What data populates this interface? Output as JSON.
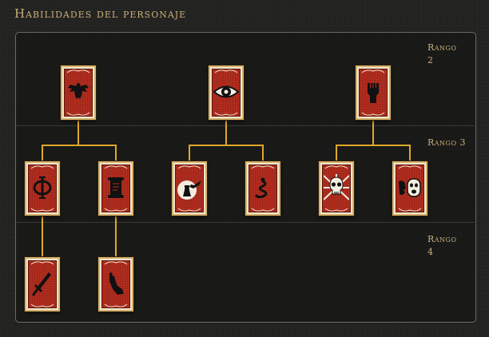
{
  "header": {
    "title": "Habilidades del personaje"
  },
  "ranks": [
    {
      "label": "Rango",
      "number": "2"
    },
    {
      "label": "Rango",
      "number": "3"
    },
    {
      "label": "Rango",
      "number": "4"
    }
  ],
  "cards": [
    {
      "name": "skill-card-bird",
      "icon": "bird-icon"
    },
    {
      "name": "skill-card-eye",
      "icon": "eye-icon"
    },
    {
      "name": "skill-card-fist",
      "icon": "fist-icon"
    },
    {
      "name": "skill-card-phi",
      "icon": "phi-icon"
    },
    {
      "name": "skill-card-scroll",
      "icon": "scroll-icon"
    },
    {
      "name": "skill-card-hand-pouch",
      "icon": "hand-pouch-icon"
    },
    {
      "name": "skill-card-snake",
      "icon": "snake-icon"
    },
    {
      "name": "skill-card-skull",
      "icon": "skull-icon"
    },
    {
      "name": "skill-card-mask",
      "icon": "mask-icon"
    },
    {
      "name": "skill-card-dagger",
      "icon": "dagger-icon"
    },
    {
      "name": "skill-card-arm",
      "icon": "arm-icon"
    }
  ],
  "colors": {
    "accent": "#c9b07a",
    "connector": "#e0a82a",
    "card_face": "#b52d1f",
    "card_frame": "#d7b36a"
  }
}
